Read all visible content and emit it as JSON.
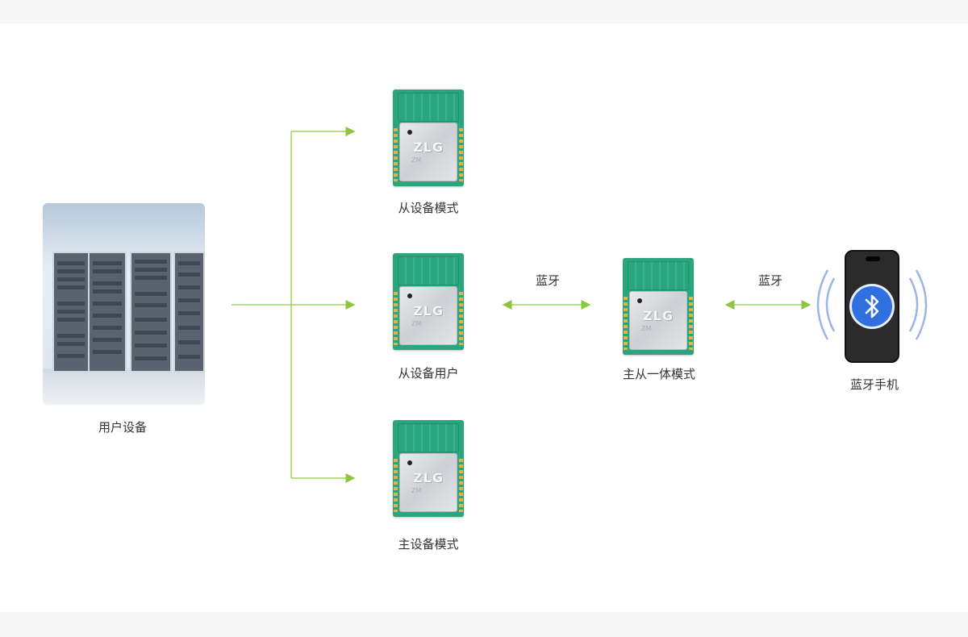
{
  "colors": {
    "arrow": "#8cc63f",
    "wave": "#9cb4e8",
    "bluetooth": "#2f6fe0"
  },
  "icons": {
    "bluetooth": "bluetooth-icon",
    "phone": "smartphone-icon",
    "module": "ble-module-icon",
    "server": "server-rack-icon"
  },
  "nodes": {
    "user_device": "用户设备",
    "slave_mode": "从设备模式",
    "slave_user": "从设备用户",
    "master_mode": "主设备模式",
    "master_slave_mode": "主从一体模式",
    "bt_phone": "蓝牙手机"
  },
  "edges": {
    "bt_left": "蓝牙",
    "bt_right": "蓝牙"
  },
  "module": {
    "logo": "ZLG",
    "model": "ZM"
  }
}
